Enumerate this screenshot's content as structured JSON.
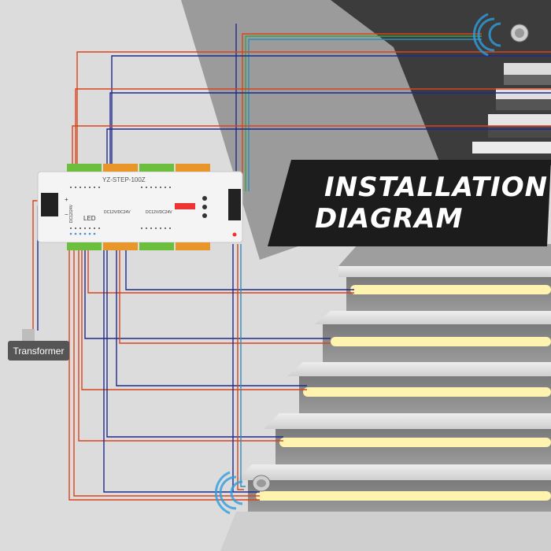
{
  "title": {
    "line1": "INSTALLATION",
    "line2": "DIAGRAM"
  },
  "controller": {
    "model": "YZ-STEP-100Z",
    "voltage_label_1": "DC12V/DC24V",
    "voltage_label_2": "DC12V/DC24V",
    "input_label": "DC12/24V",
    "polarity_plus": "+",
    "polarity_minus": "−",
    "led_label": "LED"
  },
  "transformer": {
    "label": "Transformer"
  },
  "sensors": [
    {
      "name": "top-sensor"
    },
    {
      "name": "bottom-sensor"
    }
  ],
  "colors": {
    "red_wire": "#d9441c",
    "blue_wire": "#1f2a8c",
    "green_wire": "#3aa24a",
    "teal_wire": "#2a8fc0",
    "led_glow": "#ffe98a",
    "terminal_green": "#6cbf3c",
    "terminal_orange": "#e8952a",
    "banner_bg": "#1c1c1c",
    "sensor_wave": "#2e9ee0"
  }
}
